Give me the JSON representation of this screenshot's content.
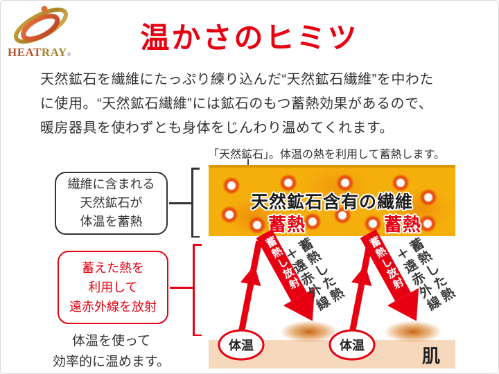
{
  "brand": {
    "name_heat": "HEAT",
    "name_ray": "RAY",
    "registered_mark": "®"
  },
  "title": "温かさのヒミツ",
  "intro": {
    "line1": "天然鉱石を繊維にたっぷり練り込んだ“天然鉱石繊維”を中わた",
    "line2": "に使用。“天然鉱石繊維”には鉱石のもつ蓄熱効果があるので、",
    "line3": "暖房器具を使わずとも身体をじんわり温めてくれます。"
  },
  "diagram": {
    "caption": "「天然鉱石」。体温の熱を利用して蓄熱します。",
    "storage_note": {
      "line1": "繊維に含まれる",
      "line2": "天然鉱石が",
      "line3": "体温を蓄熱"
    },
    "radiation_note": {
      "line1": "蓄えた熱を",
      "line2": "利用して",
      "line3": "遠赤外線を放射"
    },
    "footer_note": {
      "line1": "体温を使って",
      "line2": "効率的に温めます。"
    },
    "fiber_band": {
      "label": "天然鉱石含有の繊維",
      "heat_storage_label": "蓄熱"
    },
    "arrows": {
      "down_arrow_label": "蓄熱し放射",
      "diagonal_label_line1": "蓄熱した熱",
      "diagonal_label_line2": "＋遠赤外線"
    },
    "body_temp_label": "体温",
    "skin_label": "肌"
  },
  "colors": {
    "accent_red": "#e60012",
    "band_gold": "#f5af0c",
    "band_edge_gold": "#dc9600",
    "skin_beige": "#f6d8bd",
    "text_dark": "#333333",
    "logo_heat": "#b5552a",
    "logo_ray": "#a5822f"
  }
}
